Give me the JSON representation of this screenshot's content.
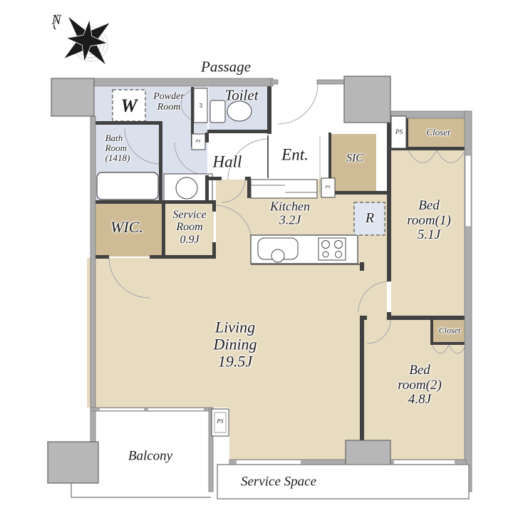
{
  "compass": {
    "north_label": "N"
  },
  "labels": {
    "passage": "Passage",
    "powder_room": [
      "Powder",
      "Room"
    ],
    "washer": "W",
    "toilet": "Toilet",
    "bath_room": [
      "Bath",
      "Room",
      "(1418)"
    ],
    "hall": "Hall",
    "entrance": "Ent.",
    "sic": "SIC",
    "ps": "PS",
    "closet": "Closet",
    "refrigerator": "R",
    "kitchen": [
      "Kitchen",
      "3.2J"
    ],
    "bedroom1": [
      "Bed",
      "room(1)",
      "5.1J"
    ],
    "bedroom2": [
      "Bed",
      "room(2)",
      "4.8J"
    ],
    "wic": "WIC.",
    "service_room": [
      "Service",
      "Room",
      "0.9J"
    ],
    "living_dining": [
      "Living",
      "Dining",
      "19.5J"
    ],
    "balcony": "Balcony",
    "service_space": "Service Space"
  },
  "colors": {
    "room_tan": "#e8dcc0",
    "closet_tan": "#cfbc96",
    "wet_area_blue": "#dbe0ed",
    "refrigerator_blue": "#dfe5f1",
    "wall_gray": "#acacac",
    "column_gray": "#b7b7b7",
    "partition_dark": "#414141",
    "text": "#1c1c1e"
  }
}
